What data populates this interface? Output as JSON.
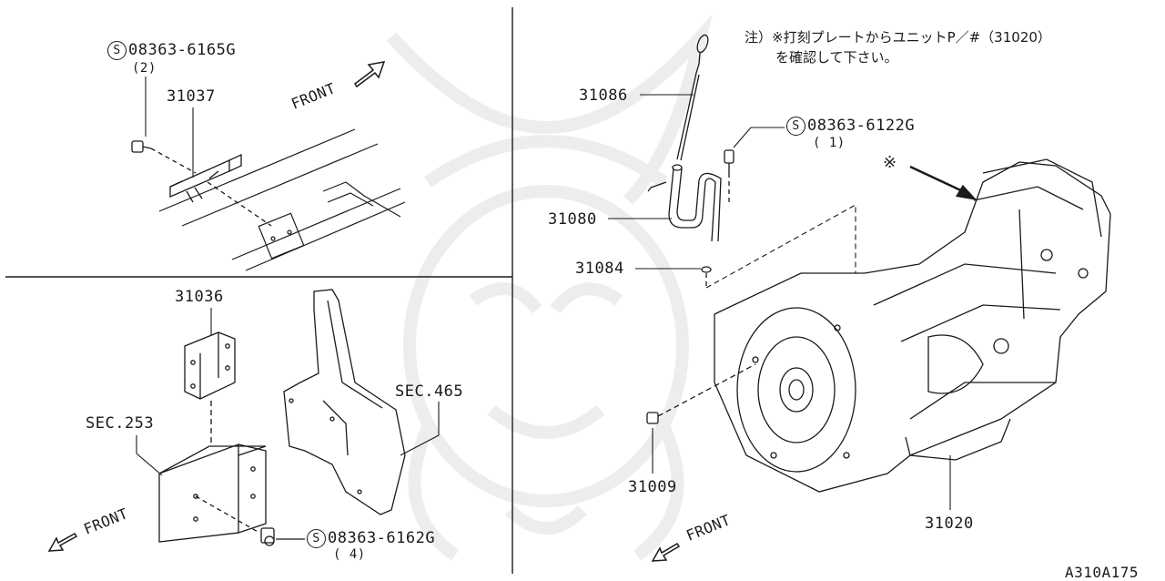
{
  "diagram_id": "A310A175",
  "note": {
    "line1": "注）※打刻プレートからユニットP／#（31020）",
    "line2": "を確認して下さい。"
  },
  "asterisk_marker": "※",
  "front_labels": {
    "top_left": "FRONT",
    "bottom_left": "FRONT",
    "bottom_right": "FRONT"
  },
  "s_symbol": "S",
  "parts": {
    "p31037": "31037",
    "p31036": "31036",
    "p31086": "31086",
    "p31080": "31080",
    "p31084": "31084",
    "p31009": "31009",
    "p31020": "31020"
  },
  "bolts": {
    "b6165": {
      "part": "08363-6165G",
      "qty": "(2)"
    },
    "b6122": {
      "part": "08363-6122G",
      "qty": "( 1)"
    },
    "b6162": {
      "part": "08363-6162G",
      "qty": "( 4)"
    }
  },
  "sections": {
    "sec253": "SEC.253",
    "sec465": "SEC.465"
  },
  "colors": {
    "ink": "#1a1a1a",
    "watermark": "#ececec"
  }
}
